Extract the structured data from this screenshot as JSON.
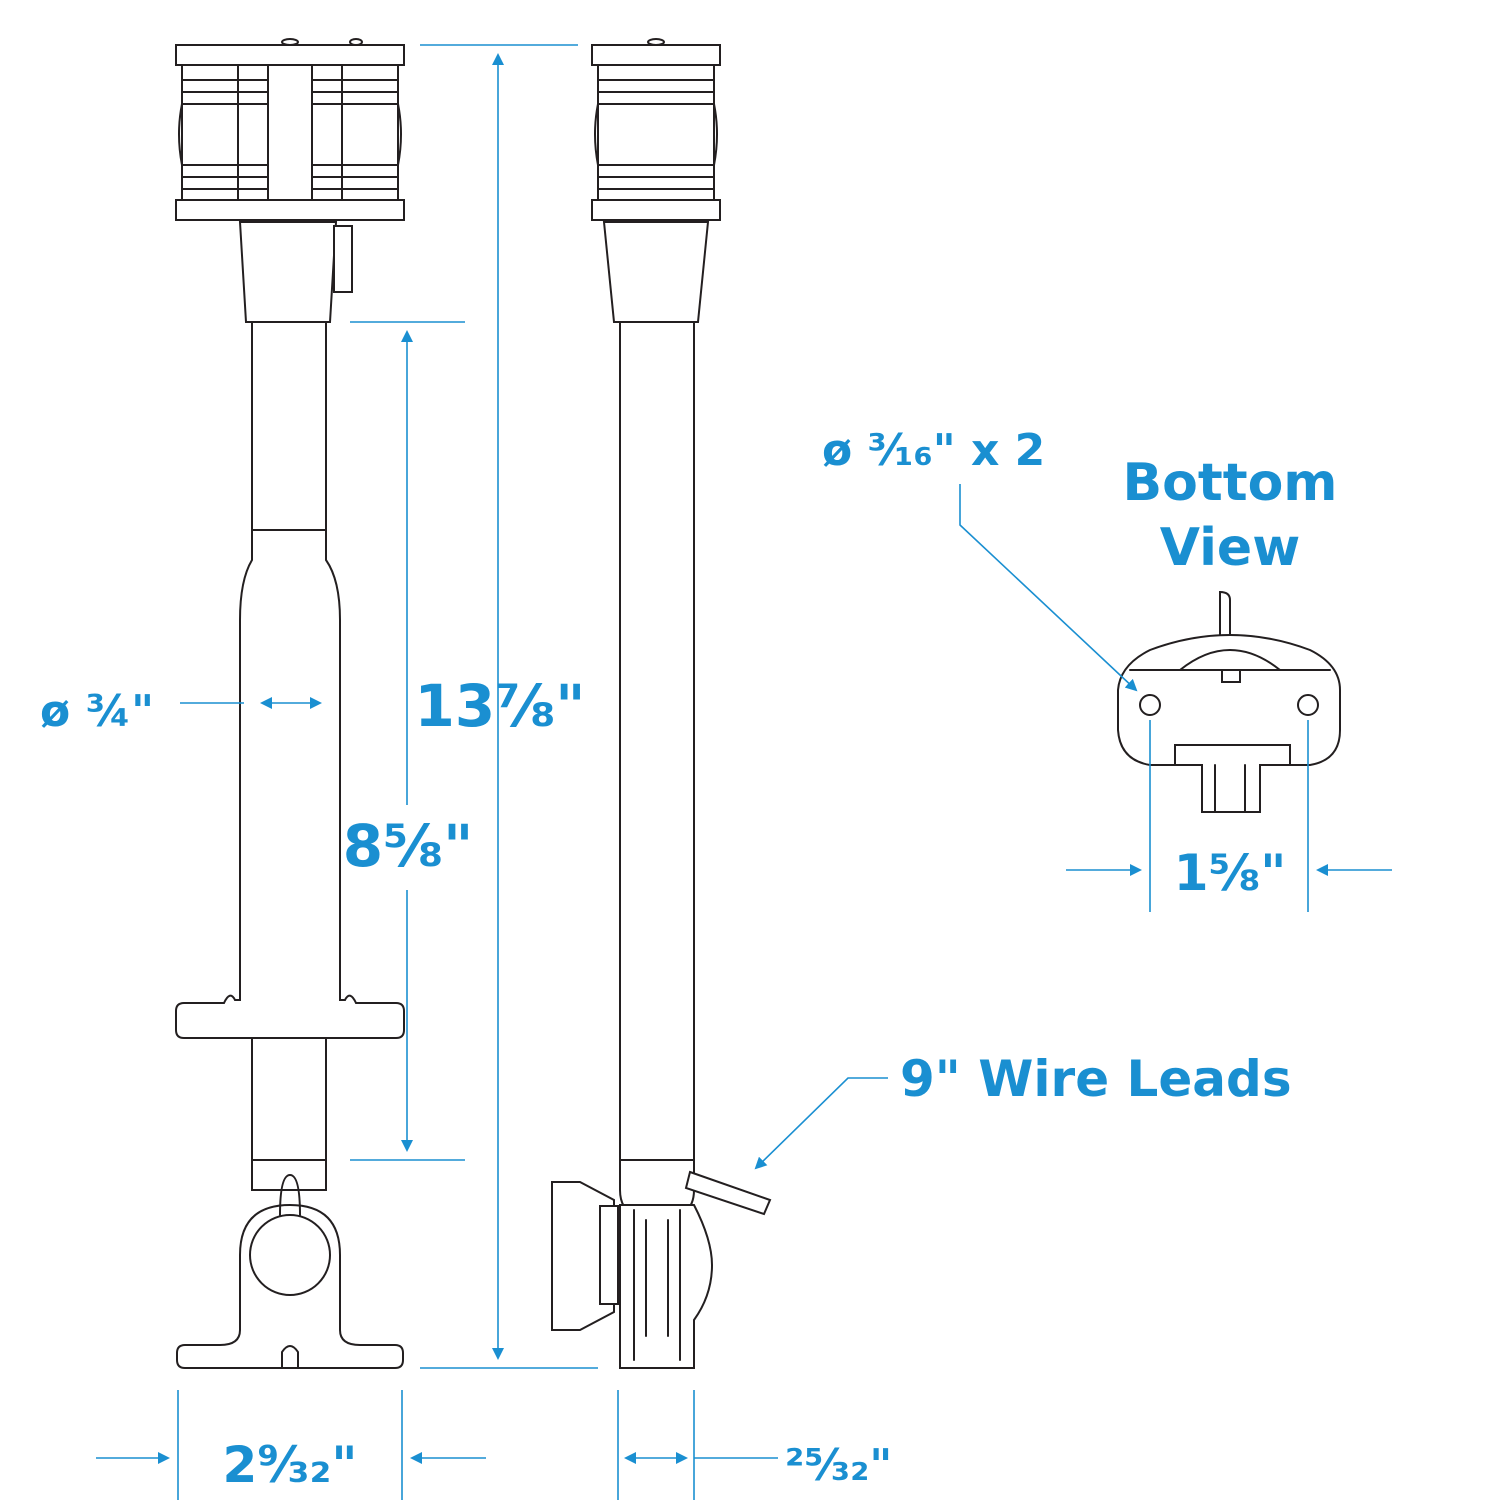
{
  "labels": {
    "total_height": "13⅞\"",
    "pole_length": "8⅝\"",
    "pole_diameter": "ø ¾\"",
    "base_width": "2⁹⁄₃₂\"",
    "base_depth": "²⁵⁄₃₂\"",
    "hole_callout": "ø ³⁄₁₆\" x 2",
    "bottom_view_line1": "Bottom",
    "bottom_view_line2": "View",
    "hole_spacing": "1⅝\"",
    "wire_leads": "9\" Wire Leads"
  },
  "colors": {
    "dimension": "#1a8fd1",
    "drawing": "#231f20"
  }
}
